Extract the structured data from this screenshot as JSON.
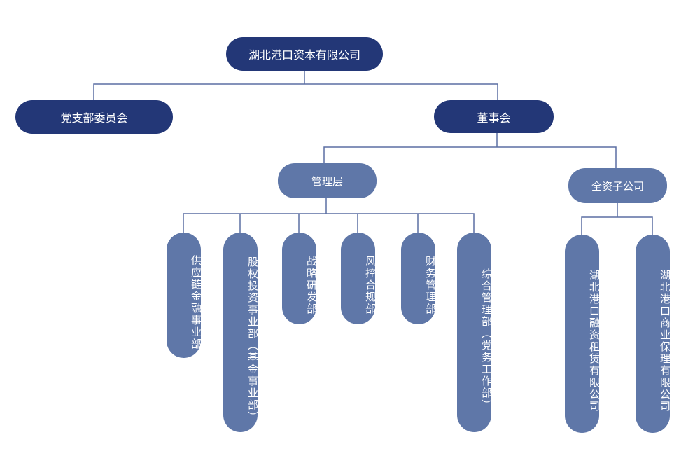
{
  "org_chart": {
    "root": "湖北港口资本有限公司",
    "party_branch": "党支部委员会",
    "board": "董事会",
    "management": "管理层",
    "subsidiaries": "全资子公司",
    "departments": [
      "供应链金融事业部",
      "股权投资事业部（基金事业部）",
      "战略研发部",
      "风控合规部",
      "财务管理部",
      "综合管理部（党务工作部）"
    ],
    "companies": [
      "湖北港口融资租赁有限公司",
      "湖北港口商业保理有限公司"
    ]
  },
  "colors": {
    "dark_node": "#233777",
    "light_node": "#5f77a8",
    "connector": "#5b6fa3"
  }
}
